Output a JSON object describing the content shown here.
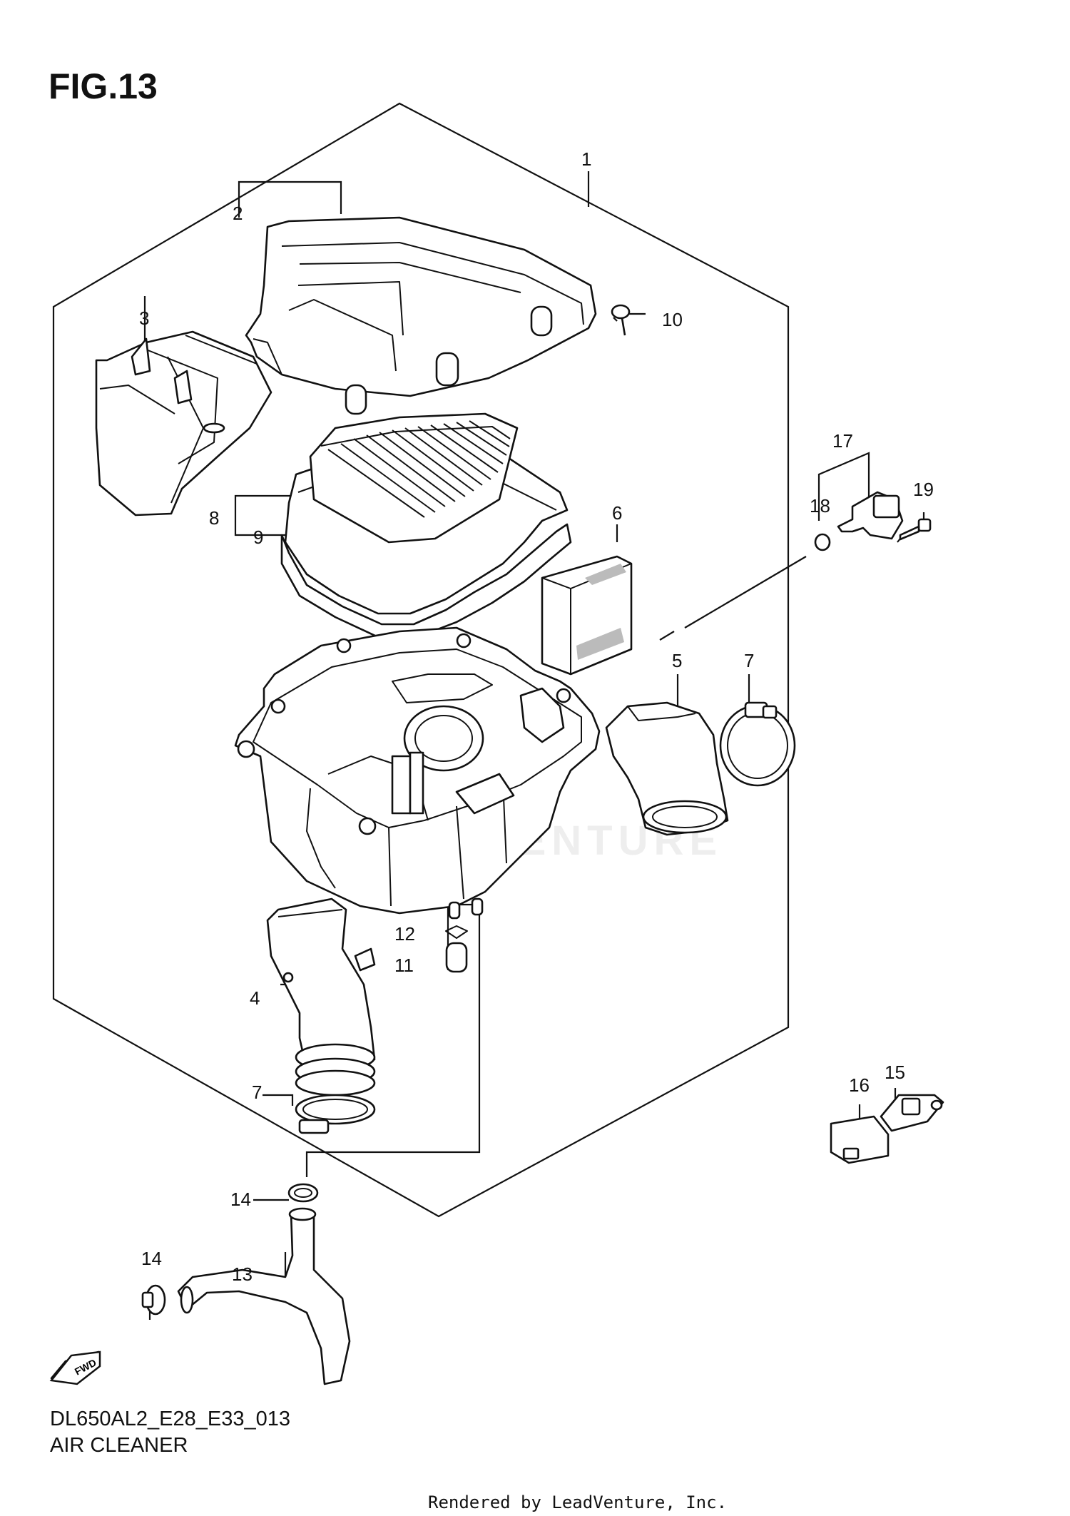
{
  "figure": {
    "title": "FIG.13",
    "model_code": "DL650AL2_E28_E33_013",
    "section_name": "AIR CLEANER",
    "watermark": "LEADVENTURE",
    "footer": "Rendered by LeadVenture, Inc.",
    "fwd_label": "FWD"
  },
  "callouts": [
    "1",
    "2",
    "3",
    "4",
    "5",
    "6",
    "7",
    "7",
    "8",
    "9",
    "10",
    "11",
    "12",
    "13",
    "14",
    "14",
    "15",
    "16",
    "17",
    "18",
    "19"
  ]
}
